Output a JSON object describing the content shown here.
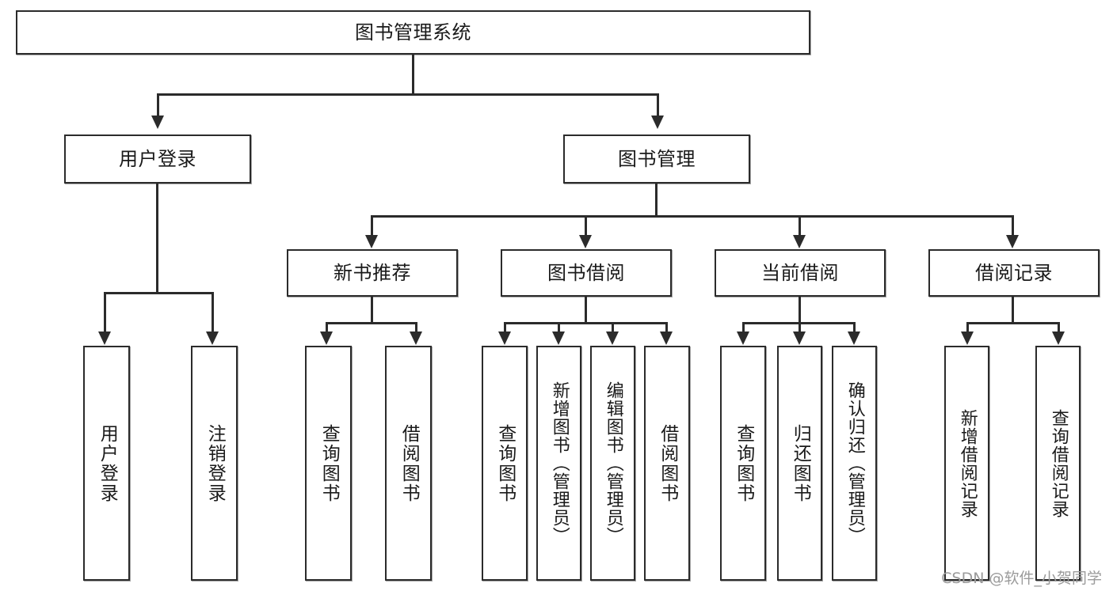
{
  "diagram": {
    "type": "tree",
    "title": "图书管理系统",
    "watermark": "CSDN @软件_小贺同学",
    "colors": {
      "box_border": "#2b2b2b",
      "box_fill": "#ffffff",
      "connector": "#2b2b2b",
      "text": "#1a1a1a",
      "watermark": "#9b9b9b"
    },
    "levels": {
      "root": "图书管理系统",
      "level2": [
        "用户登录",
        "图书管理"
      ],
      "level3": [
        "新书推荐",
        "图书借阅",
        "当前借阅",
        "借阅记录"
      ]
    },
    "nodes": {
      "root": {
        "label": "图书管理系统"
      },
      "user_login": {
        "label": "用户登录"
      },
      "book_manage": {
        "label": "图书管理"
      },
      "new_book_rec": {
        "label": "新书推荐"
      },
      "book_borrow": {
        "label": "图书借阅"
      },
      "current_borrow": {
        "label": "当前借阅"
      },
      "borrow_record": {
        "label": "借阅记录"
      },
      "leaf_user_login": {
        "label": "用户登录"
      },
      "leaf_logout": {
        "label": "注销登录"
      },
      "leaf_query_book_1": {
        "label": "查询图书"
      },
      "leaf_borrow_book_1": {
        "label": "借阅图书"
      },
      "leaf_query_book_2": {
        "label": "查询图书"
      },
      "leaf_add_book": {
        "label": "新增图书（管理员）"
      },
      "leaf_edit_book": {
        "label": "编辑图书（管理员）"
      },
      "leaf_borrow_book_2": {
        "label": "借阅图书"
      },
      "leaf_query_book_3": {
        "label": "查询图书"
      },
      "leaf_return_book": {
        "label": "归还图书"
      },
      "leaf_confirm_return": {
        "label": "确认归还（管理员）"
      },
      "leaf_add_record": {
        "label": "新增借阅记录"
      },
      "leaf_query_record": {
        "label": "查询借阅记录"
      }
    },
    "edges": [
      {
        "from": "root",
        "to": "user_login"
      },
      {
        "from": "root",
        "to": "book_manage"
      },
      {
        "from": "user_login",
        "to": "leaf_user_login"
      },
      {
        "from": "user_login",
        "to": "leaf_logout"
      },
      {
        "from": "book_manage",
        "to": "new_book_rec"
      },
      {
        "from": "book_manage",
        "to": "book_borrow"
      },
      {
        "from": "book_manage",
        "to": "current_borrow"
      },
      {
        "from": "book_manage",
        "to": "borrow_record"
      },
      {
        "from": "new_book_rec",
        "to": "leaf_query_book_1"
      },
      {
        "from": "new_book_rec",
        "to": "leaf_borrow_book_1"
      },
      {
        "from": "book_borrow",
        "to": "leaf_query_book_2"
      },
      {
        "from": "book_borrow",
        "to": "leaf_add_book"
      },
      {
        "from": "book_borrow",
        "to": "leaf_edit_book"
      },
      {
        "from": "book_borrow",
        "to": "leaf_borrow_book_2"
      },
      {
        "from": "current_borrow",
        "to": "leaf_query_book_3"
      },
      {
        "from": "current_borrow",
        "to": "leaf_return_book"
      },
      {
        "from": "current_borrow",
        "to": "leaf_confirm_return"
      },
      {
        "from": "borrow_record",
        "to": "leaf_add_record"
      },
      {
        "from": "borrow_record",
        "to": "leaf_query_record"
      }
    ]
  }
}
